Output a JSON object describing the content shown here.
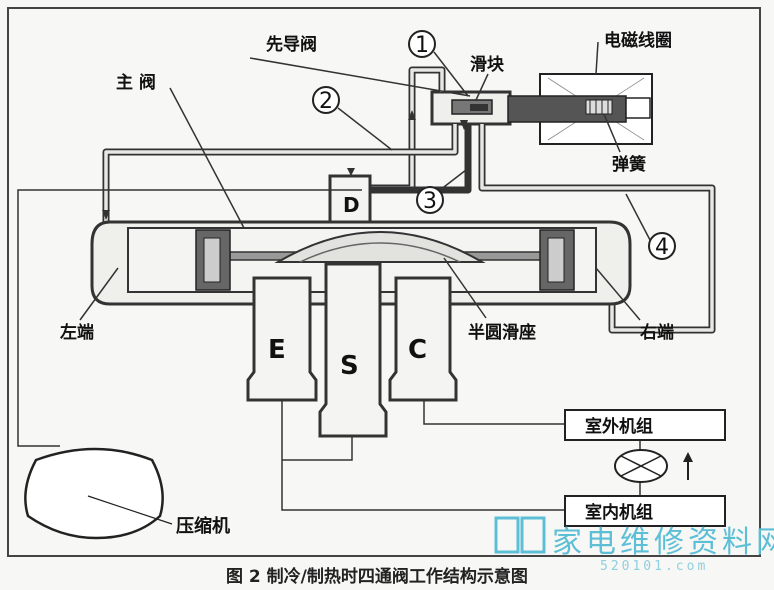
{
  "labels": {
    "pilot_valve": "先导阀",
    "slider": "滑块",
    "coil": "电磁线圈",
    "spring": "弹簧",
    "main_valve": "主 阀",
    "left_end": "左端",
    "right_end": "右端",
    "half_round_seat": "半圆滑座",
    "outdoor_unit": "室外机组",
    "indoor_unit": "室内机组",
    "compressor": "压缩机"
  },
  "ports": {
    "d": "D",
    "e": "E",
    "s": "S",
    "c": "C"
  },
  "numbers": {
    "n1": "1",
    "n2": "2",
    "n3": "3",
    "n4": "4"
  },
  "caption": "图 2  制冷/制热时四通阀工作结构示意图",
  "watermark": {
    "text": "家电维修资料网",
    "sub": "520101.com"
  },
  "colors": {
    "pipe": "#333333",
    "watermark": "#5cbfd6",
    "background": "#f7f7f5"
  }
}
